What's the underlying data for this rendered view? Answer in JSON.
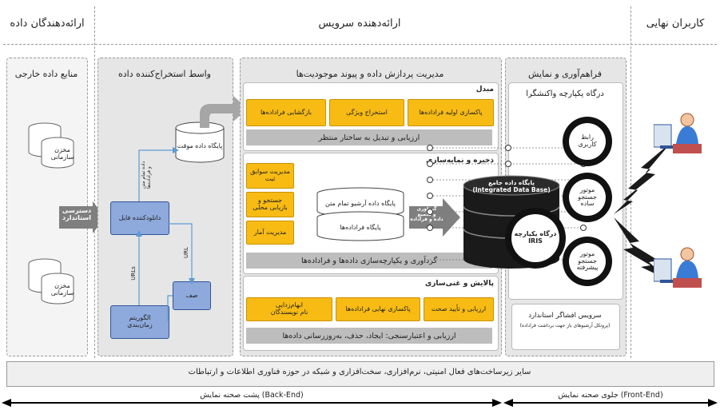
{
  "headers": {
    "data_providers": "ارائه‌دهندگان داده",
    "service_provider": "ارائه‌دهنده سرویس",
    "end_users": "کاربران نهایی"
  },
  "external_sources": {
    "title": "منابع داده خارجی",
    "db1": "مخزن\nسازمانی",
    "db2": "مخزن\nسازمانی"
  },
  "access": "دسترسی\nاستاندارد",
  "extractor": {
    "title": "واسط استخراج‌کننده داده",
    "temp_db": "پایگاه داده موقت",
    "downloader": "دانلودکننده فایل",
    "queue": "صف",
    "scheduler": "الگوریتم\nزمان‌بندی",
    "url_label": "URL",
    "urls_label": "URLs",
    "fulltext_label": "داده تمام متن\nو فراداده‌ها"
  },
  "processing": {
    "title": "مدیریت پردازش داده و پیوند موجودیت‌ها",
    "converter": {
      "title": "مبدل",
      "boxes": [
        "پاکسازی اولیه فراداده‌ها",
        "استخراج ویژگی",
        "بازگشایی فراداده‌ها"
      ],
      "bar": "ارزیابی و تبدیل به ساختار منتظر"
    },
    "storage": {
      "title": "ذخیره و نمایه‌سازی",
      "boxes": [
        "مدیریت سوابق\nثبت",
        "جستجو و\nبازیابی محلی",
        "مدیریت آمار"
      ],
      "db1": "پایگاه داده آرشیو تمام متن",
      "db2": "پایگاه فراداده‌ها",
      "arrow": "گردآوری\nو تجمیع\nداده و فراداده",
      "bar": "گردآوری و یکپارچه‌سازی داده‌ها و فراداده‌ها"
    },
    "refine": {
      "title": "پالایش و غنی‌سازی",
      "boxes": [
        "ارزیابی و تأیید صحت",
        "پاکسازی نهایی فراداده‌ها",
        "ابهام‌زدایی\nنام نویسندگان"
      ],
      "bar": "ارزیابی و اعتبارسنجی: ایجاد، حذف، به‌روزرسانی داده‌ها"
    }
  },
  "presentation": {
    "title": "فراهم‌آوری و نمایش",
    "portal": "درگاه یکپارچه واکنشگرا",
    "central_db": "پایگاه داده جامع\n(Integrated Data Base)",
    "iris": "درگاه یکپارچه\nIRIS",
    "ui": "رابط\nکاربری",
    "search_engine": "موتور\nجستجو\nساده",
    "adv_search": "موتور\nجستجو\nپیشرفته",
    "harvest": "سرویس افشاگر استاندارد",
    "harvest_sub": "(پروتکل آرشیوهای باز جهت برداشت فراداده)"
  },
  "footer": {
    "infra": "سایر زیرساخت‌های فعال امنیتی، نرم‌افزاری، سخت‌افزاری و شبکه در حوزه فناوری اطلاعات و ارتباطات",
    "backend": "پشت صحنه نمایش (Back-End)",
    "frontend": "جلوی صحنه نمایش (Front-End)"
  }
}
